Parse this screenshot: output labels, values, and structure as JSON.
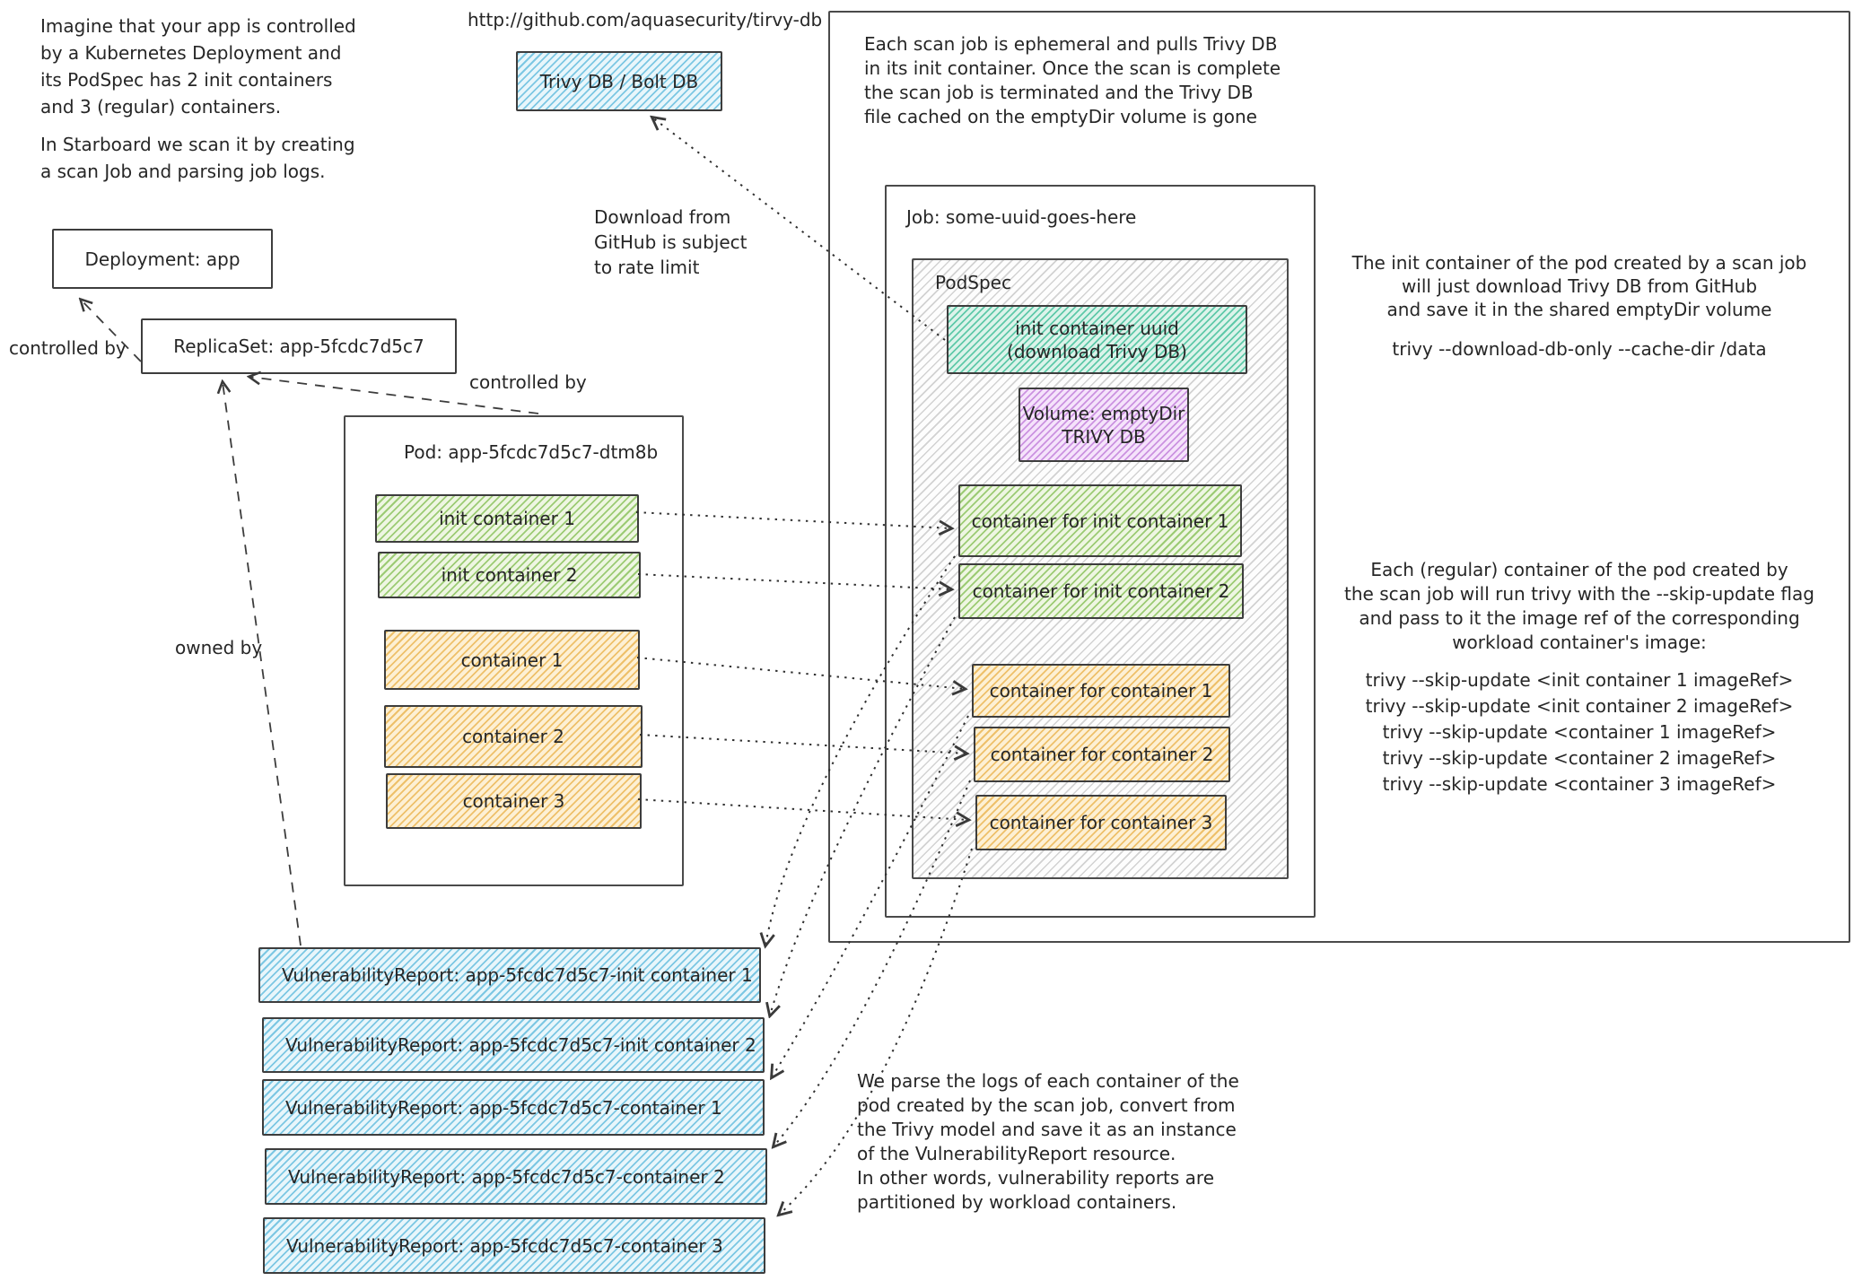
{
  "colors": {
    "ink": "#262626",
    "gray-line": "#d2d2d2",
    "blue-line": "#7cc7e3",
    "blue-bg": "#e8f6fb",
    "teal-line": "#5fc9a9",
    "teal-bg": "#dcf3ea",
    "purple-line": "#cb92e0",
    "purple-bg": "#f5e3fb",
    "green-line": "#9ccb74",
    "green-bg": "#eef6e2",
    "orange-line": "#eec06a",
    "orange-bg": "#fdf0d4"
  },
  "notes": {
    "intro1": "Imagine that your app is controlled\nby a Kubernetes Deployment and\nits PodSpec has 2 init containers\nand 3 (regular) containers.",
    "intro2": "In Starboard we scan it by creating\na scan Job and parsing job logs.",
    "url": "http://github.com/aquasecurity/tirvy-db",
    "rate_limit": "Download from\nGitHub is subject\nto rate limit",
    "ephemeral": "Each scan job is ephemeral and pulls Trivy DB\nin its init container. Once the scan is complete\nthe scan job is terminated and the Trivy DB\nfile cached on the emptyDir volume is gone",
    "init_note": "The init container of the pod created by a scan job\nwill just download Trivy DB from GitHub\nand save it in the shared emptyDir volume",
    "init_cmd": "trivy --download-db-only --cache-dir /data",
    "regular_note": "Each (regular) container of the pod created by\nthe scan job will run trivy with the --skip-update flag\nand pass to it the image ref of the corresponding\nworkload container's image:",
    "cmds": "trivy --skip-update <init container 1 imageRef>\ntrivy --skip-update <init container 2 imageRef>\ntrivy --skip-update <container 1 imageRef>\ntrivy --skip-update <container 2 imageRef>\ntrivy --skip-update <container 3 imageRef>",
    "parse_note": "We parse the logs of each container of the\npod created by the scan job, convert from\nthe Trivy model and save it as an instance\nof the VulnerabilityReport resource.\nIn other words, vulnerability reports are\npartitioned by workload containers."
  },
  "labels": {
    "trivy_db": "Trivy DB / Bolt DB",
    "deployment": "Deployment: app",
    "replicaset": "ReplicaSet: app-5fcdc7d5c7",
    "controlled_by_1": "controlled by",
    "controlled_by_2": "controlled by",
    "owned_by": "owned by",
    "pod": "Pod: app-5fcdc7d5c7-dtm8b",
    "job": "Job: some-uuid-goes-here",
    "podspec": "PodSpec",
    "init_uuid": "init container uuid\n(download Trivy DB)",
    "volume": "Volume: emptyDir\nTRIVY DB"
  },
  "pod_containers": [
    "init container 1",
    "init container 2",
    "container 1",
    "container 2",
    "container 3"
  ],
  "job_containers": [
    "container for init container 1",
    "container for init container 2",
    "container for container 1",
    "container for container 2",
    "container for container 3"
  ],
  "reports": [
    "VulnerabilityReport: app-5fcdc7d5c7-init container 1",
    "VulnerabilityReport: app-5fcdc7d5c7-init container 2",
    "VulnerabilityReport: app-5fcdc7d5c7-container 1",
    "VulnerabilityReport: app-5fcdc7d5c7-container 2",
    "VulnerabilityReport: app-5fcdc7d5c7-container 3"
  ]
}
